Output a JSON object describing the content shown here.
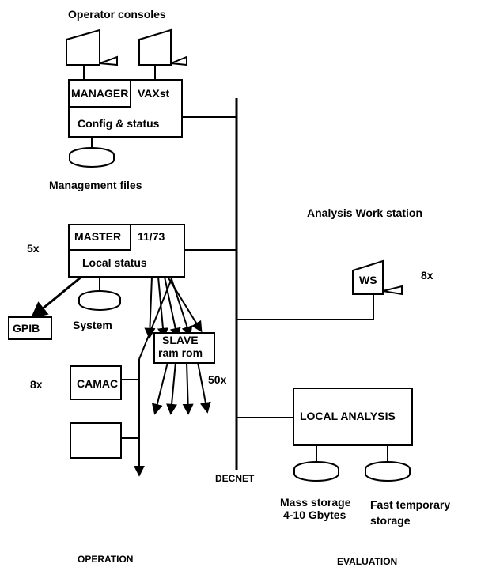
{
  "operator_consoles": "Operator consoles",
  "manager": "MANAGER",
  "vaxst": "VAXst",
  "config_status": "Config & status",
  "management_files": "Management files",
  "master": "MASTER",
  "master_cpu": "11/73",
  "local_status": "Local status",
  "master_count": "5x",
  "gpib": "GPIB",
  "system": "System",
  "slave": "SLAVE",
  "slave_mem": "ram rom",
  "slave_count": "50x",
  "camac_count": "8x",
  "camac": "CAMAC",
  "decnet": "DECNET",
  "analysis_ws_title": "Analysis Work station",
  "ws": "WS",
  "ws_count": "8x",
  "local_analysis": "LOCAL ANALYSIS",
  "mass_storage_1": "Mass storage",
  "mass_storage_2": "4-10 Gbytes",
  "fast_storage_1": "Fast temporary",
  "fast_storage_2": "storage",
  "operation": "OPERATION",
  "evaluation": "EVALUATION"
}
